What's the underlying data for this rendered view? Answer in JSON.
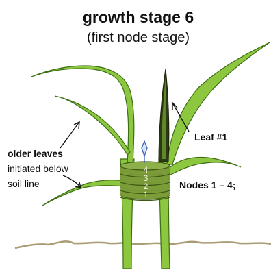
{
  "title": "growth stage 6",
  "subtitle": "(first node stage)",
  "labels": {
    "older_leaves": "older leaves",
    "initiated_below": "initiated below",
    "soil_line": "soil line",
    "leaf_1": "Leaf #1",
    "nodes": "Nodes  1 – 4;"
  },
  "node_numbers": [
    "4",
    "3",
    "2",
    "1"
  ],
  "colors": {
    "leaf_fill": "#8dc63f",
    "leaf_outline": "#3c6e14",
    "node_fill": "#7c9c3a",
    "new_leaf": "#2b3a12",
    "soil_line": "#a89c74",
    "arrow": "#111111"
  }
}
